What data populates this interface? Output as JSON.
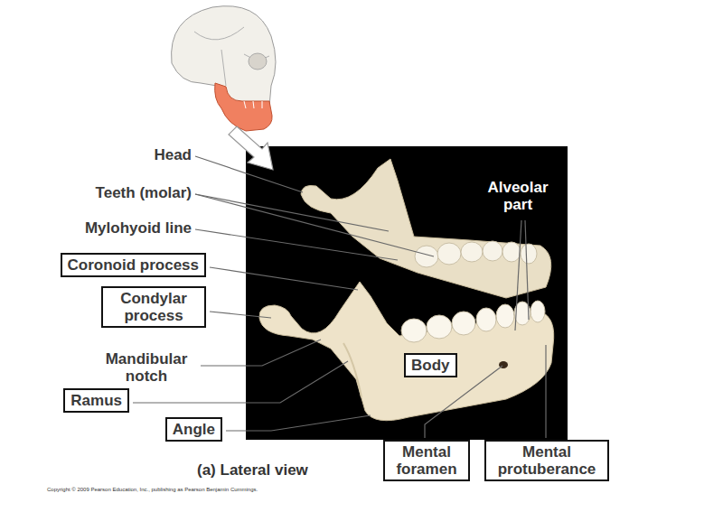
{
  "diagram": {
    "caption": "(a) Lateral view",
    "nodes": [
      {
        "text": [
          "Coronoid process"
        ]
      },
      {
        "text": [
          "Condylar process"
        ]
      },
      {
        "text": [
          "Ramus"
        ]
      },
      {
        "text": [
          "Body"
        ]
      },
      {
        "text": [
          "Angle"
        ]
      },
      {
        "text": [
          "Mental foramen"
        ]
      },
      {
        "text": [
          "Mental protuberance"
        ]
      }
    ],
    "labels": [
      "Head",
      "Teeth (molar)",
      "Mylohyoid line",
      "Alveolar part",
      "Mandibular notch",
      "Copyright © 2009 Pearson Education, Inc., publishing as Pearson Benjamin Cummings."
    ]
  }
}
